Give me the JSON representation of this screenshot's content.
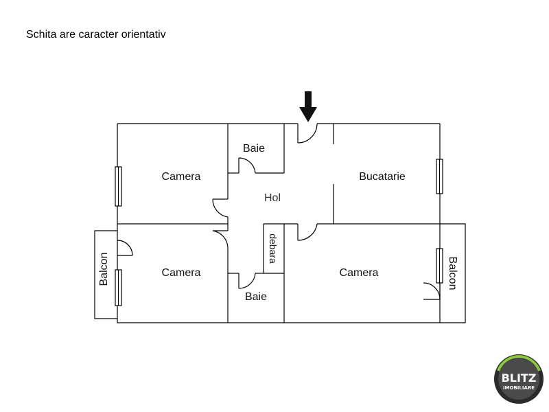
{
  "note": "Schita are caracter orientativ",
  "rooms": {
    "camera_top_left": "Camera",
    "baie_top": "Baie",
    "hol": "Hol",
    "bucatarie": "Bucatarie",
    "camera_bottom_left": "Camera",
    "debara": "debara",
    "baie_bottom": "Baie",
    "camera_bottom_right": "Camera",
    "balcon_left": "Balcon",
    "balcon_right": "Balcon"
  },
  "logo": {
    "brand": "BLITZ",
    "sub": "IMOBILIARE",
    "ring_color": "#2b2b2b",
    "accent_color": "#8dc63f"
  },
  "icons": {
    "entrance": "arrow-down-icon",
    "logo": "blitz-logo-icon"
  }
}
